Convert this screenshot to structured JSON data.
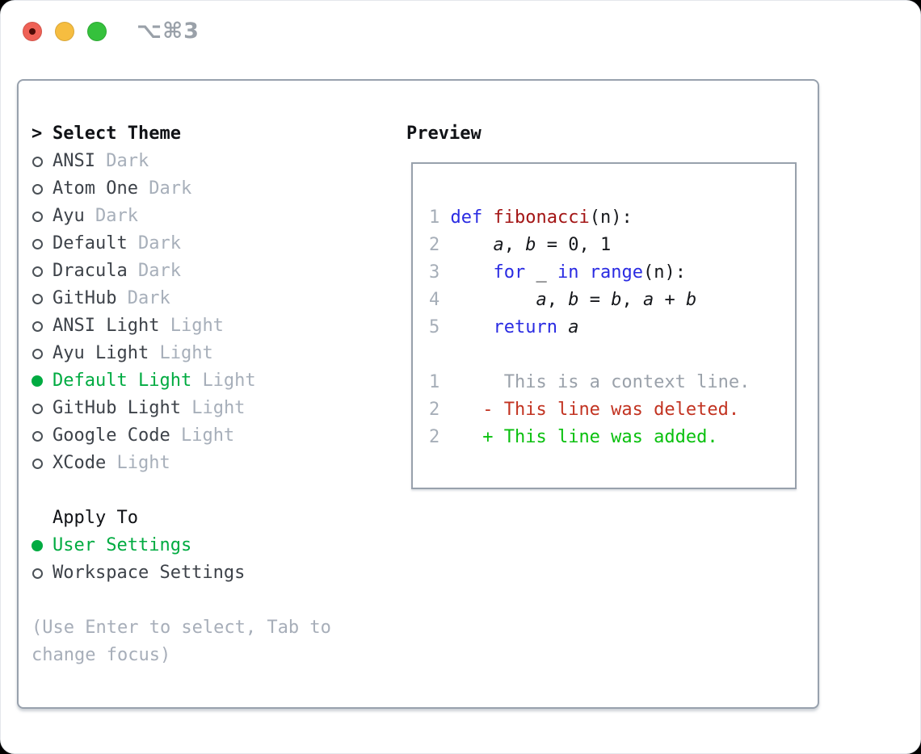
{
  "window": {
    "title": "⌥⌘3",
    "traffic_lights": [
      "close",
      "minimize",
      "zoom"
    ]
  },
  "theme_selector": {
    "header_prefix": ">",
    "header": "Select Theme",
    "items": [
      {
        "name": "ANSI",
        "variant": "Dark",
        "selected": false
      },
      {
        "name": "Atom One",
        "variant": "Dark",
        "selected": false
      },
      {
        "name": "Ayu",
        "variant": "Dark",
        "selected": false
      },
      {
        "name": "Default",
        "variant": "Dark",
        "selected": false
      },
      {
        "name": "Dracula",
        "variant": "Dark",
        "selected": false
      },
      {
        "name": "GitHub",
        "variant": "Dark",
        "selected": false
      },
      {
        "name": "ANSI Light",
        "variant": "Light",
        "selected": false
      },
      {
        "name": "Ayu Light",
        "variant": "Light",
        "selected": false
      },
      {
        "name": "Default Light",
        "variant": "Light",
        "selected": true
      },
      {
        "name": "GitHub Light",
        "variant": "Light",
        "selected": false
      },
      {
        "name": "Google Code",
        "variant": "Light",
        "selected": false
      },
      {
        "name": "XCode",
        "variant": "Light",
        "selected": false
      }
    ]
  },
  "apply_to": {
    "header": "Apply To",
    "options": [
      {
        "label": "User Settings",
        "selected": true
      },
      {
        "label": "Workspace Settings",
        "selected": false
      }
    ]
  },
  "help_text": "(Use Enter to select, Tab to change focus)",
  "preview": {
    "header": "Preview",
    "lines": [
      {
        "num": "1",
        "tokens": [
          [
            "def",
            "kw"
          ],
          [
            " ",
            "pl"
          ],
          [
            "fibonacci",
            "fn"
          ],
          [
            "(n):",
            "pl"
          ]
        ]
      },
      {
        "num": "2",
        "tokens": [
          [
            "    ",
            "pl"
          ],
          [
            "a",
            "var"
          ],
          [
            ", ",
            "pl"
          ],
          [
            "b",
            "var"
          ],
          [
            " = 0, 1",
            "pl"
          ]
        ]
      },
      {
        "num": "3",
        "tokens": [
          [
            "    ",
            "pl"
          ],
          [
            "for",
            "kw"
          ],
          [
            " _ ",
            "pl"
          ],
          [
            "in",
            "kw"
          ],
          [
            " ",
            "pl"
          ],
          [
            "range",
            "kw"
          ],
          [
            "(n):",
            "pl"
          ]
        ]
      },
      {
        "num": "4",
        "tokens": [
          [
            "        ",
            "pl"
          ],
          [
            "a",
            "var"
          ],
          [
            ", ",
            "pl"
          ],
          [
            "b",
            "var"
          ],
          [
            " = ",
            "pl"
          ],
          [
            "b",
            "var"
          ],
          [
            ", ",
            "pl"
          ],
          [
            "a",
            "var"
          ],
          [
            " + ",
            "pl"
          ],
          [
            "b",
            "var"
          ]
        ]
      },
      {
        "num": "5",
        "tokens": [
          [
            "    ",
            "pl"
          ],
          [
            "return",
            "kw"
          ],
          [
            " ",
            "pl"
          ],
          [
            "a",
            "var"
          ]
        ]
      },
      {
        "num": "",
        "tokens": []
      },
      {
        "num": "1",
        "tokens": [
          [
            "     This is a context line.",
            "ctx"
          ]
        ]
      },
      {
        "num": "2",
        "tokens": [
          [
            "   - This line was deleted.",
            "del"
          ]
        ]
      },
      {
        "num": "2",
        "tokens": [
          [
            "   + This line was added.",
            "add"
          ]
        ]
      }
    ]
  },
  "colors": {
    "selection_green": "#00ab41",
    "keyword_blue": "#2a2be2",
    "function_red": "#a31515",
    "diff_deleted_red": "#c23321",
    "diff_added_green": "#09c00e",
    "muted_gray": "#a7afba",
    "panel_border": "#98a1ad",
    "traffic_red": "#ef6156",
    "traffic_yellow": "#f6bd40",
    "traffic_green": "#35c13c"
  }
}
